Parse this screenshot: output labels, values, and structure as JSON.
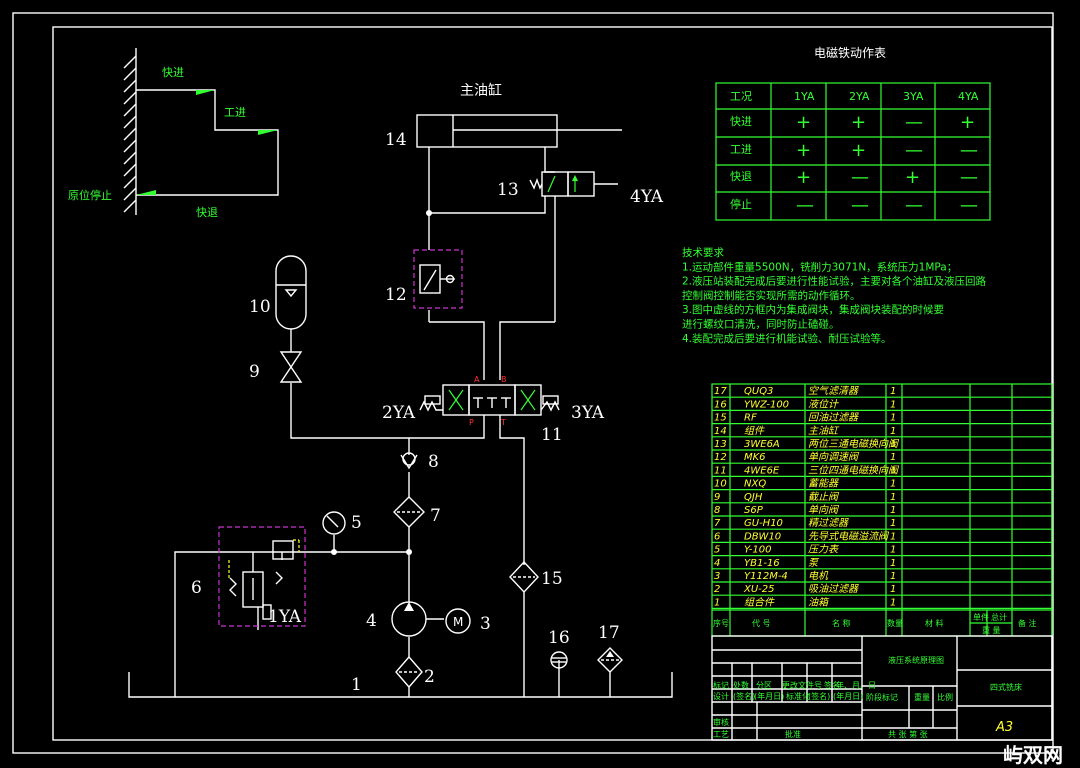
{
  "cylinder_title": "主油缸",
  "action_diagram": {
    "fast_forward": "快进",
    "work_feed": "工进",
    "fast_return": "快退",
    "home_stop": "原位停止"
  },
  "component_numbers": {
    "n1": "1",
    "n2": "2",
    "n3": "3",
    "n4": "4",
    "n5": "5",
    "n6": "6",
    "n7": "7",
    "n8": "8",
    "n9": "9",
    "n10": "10",
    "n11": "11",
    "n12": "12",
    "n13": "13",
    "n14": "14",
    "n15": "15",
    "n16": "16",
    "n17": "17"
  },
  "solenoids": {
    "s1": "1YA",
    "s2": "2YA",
    "s3": "3YA",
    "s4": "4YA"
  },
  "port_labels": {
    "a": "A",
    "b": "B",
    "p": "P",
    "t": "T"
  },
  "motor_label": "M",
  "solenoid_table": {
    "title": "电磁铁动作表",
    "headers": [
      "工况",
      "1YA",
      "2YA",
      "3YA",
      "4YA"
    ],
    "rows": [
      {
        "name": "快进",
        "cells": [
          "+",
          "+",
          "—",
          "+"
        ]
      },
      {
        "name": "工进",
        "cells": [
          "+",
          "+",
          "—",
          "—"
        ]
      },
      {
        "name": "快退",
        "cells": [
          "+",
          "—",
          "+",
          "—"
        ]
      },
      {
        "name": "停止",
        "cells": [
          "—",
          "—",
          "—",
          "—"
        ]
      }
    ]
  },
  "tech_requirements": [
    "技术要求",
    "1.运动部件重量5500N，铣削力3071N，系统压力1MPa；",
    "2.液压站装配完成后要进行性能试验，主要对各个油缸及液压回路",
    "控制阀控制能否实现所需的动作循环。",
    "3.图中虚线的方框内为集成阀块，集成阀块装配的时候要",
    "进行螺纹口清洗，同时防止磕碰。",
    "4.装配完成后要进行机能试验、耐压试验等。"
  ],
  "parts_list": [
    {
      "no": "17",
      "code": "QUQ3",
      "name": "空气滤清器",
      "qty": "1"
    },
    {
      "no": "16",
      "code": "YWZ-100",
      "name": "液位计",
      "qty": "1"
    },
    {
      "no": "15",
      "code": "RF",
      "name": "回油过滤器",
      "qty": "1"
    },
    {
      "no": "14",
      "code": "组件",
      "name": "主油缸",
      "qty": "1"
    },
    {
      "no": "13",
      "code": "3WE6A",
      "name": "两位三通电磁换向阀",
      "qty": "1"
    },
    {
      "no": "12",
      "code": "MK6",
      "name": "单向调速阀",
      "qty": "1"
    },
    {
      "no": "11",
      "code": "4WE6E",
      "name": "三位四通电磁换向阀",
      "qty": "1"
    },
    {
      "no": "10",
      "code": "NXQ",
      "name": "蓄能器",
      "qty": "1"
    },
    {
      "no": "9",
      "code": "QJH",
      "name": "截止阀",
      "qty": "1"
    },
    {
      "no": "8",
      "code": "S6P",
      "name": "单向阀",
      "qty": "1"
    },
    {
      "no": "7",
      "code": "GU-H10",
      "name": "精过滤器",
      "qty": "1"
    },
    {
      "no": "6",
      "code": "DBW10",
      "name": "先导式电磁溢流阀",
      "qty": "1"
    },
    {
      "no": "5",
      "code": "Y-100",
      "name": "压力表",
      "qty": "1"
    },
    {
      "no": "4",
      "code": "YB1-16",
      "name": "泵",
      "qty": "1"
    },
    {
      "no": "3",
      "code": "Y112M-4",
      "name": "电机",
      "qty": "1"
    },
    {
      "no": "2",
      "code": "XU-25",
      "name": "吸油过滤器",
      "qty": "1"
    },
    {
      "no": "1",
      "code": "组合件",
      "name": "油箱",
      "qty": "1"
    }
  ],
  "parts_header": {
    "no": "序号",
    "code": "代 号",
    "name": "名 称",
    "qty": "数量",
    "material": "材 料",
    "unit_weight": "单件",
    "total_weight": "总计",
    "weight": "重 量",
    "remark": "备 注"
  },
  "title_block": {
    "drawing_name": "液压系统原理图",
    "company": "四式铣床",
    "size": "A3",
    "row_labels": [
      "标记",
      "处数",
      "分区",
      "更改文件号",
      "签名",
      "年、月、日"
    ],
    "row2": [
      "设计",
      "(签名)",
      "(年月日)",
      "标准化",
      "(签名)",
      "(年月日)"
    ],
    "stage": "阶段标记",
    "weight": "重量",
    "scale": "比例",
    "review": "审核",
    "process": "工艺",
    "sheets": "共 张 第 张",
    "approve": "批准"
  },
  "watermark": "屿双网"
}
